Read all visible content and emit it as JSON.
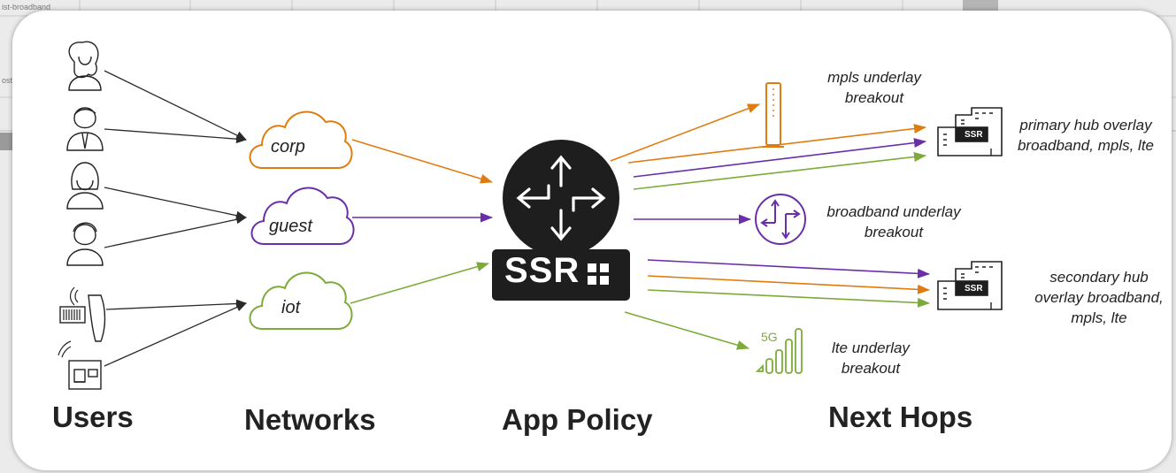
{
  "background": {
    "snippets": [
      "ist-broadband",
      "ost"
    ]
  },
  "networks": {
    "corp": "corp",
    "guest": "guest",
    "iot": "iot"
  },
  "router": {
    "badge": "SSR"
  },
  "next_hops": {
    "mpls_underlay": [
      "mpls underlay",
      "breakout"
    ],
    "primary_hub": [
      "primary hub overlay",
      "broadband, mpls, lte"
    ],
    "broadband_underlay": [
      "broadband underlay",
      "breakout"
    ],
    "secondary_hub": [
      "secondary hub",
      "overlay broadband,",
      "mpls, lte"
    ],
    "lte_underlay": [
      "lte underlay",
      "breakout"
    ],
    "hub_badge": "SSR",
    "cell_label": "5G"
  },
  "columns": {
    "users": "Users",
    "networks": "Networks",
    "app_policy": "App Policy",
    "next_hops": "Next Hops"
  },
  "colors": {
    "corp": "#e07b10",
    "guest": "#6a2fa8",
    "iot": "#7cab3a",
    "dark": "#222222"
  }
}
